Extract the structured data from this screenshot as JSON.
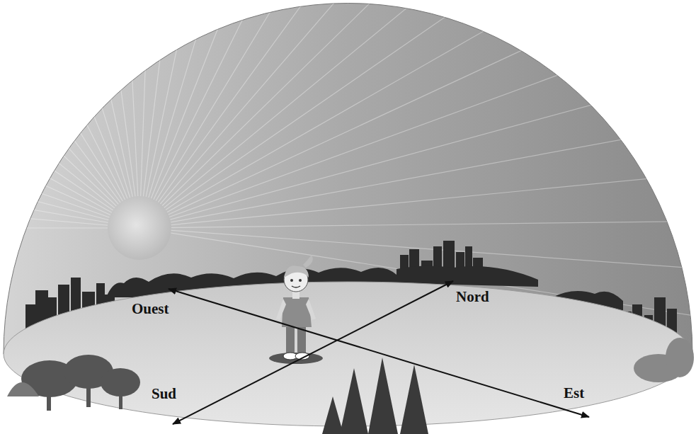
{
  "diagram": {
    "labels": [
      "Ouest",
      "Nord",
      "Sud",
      "Est"
    ]
  }
}
